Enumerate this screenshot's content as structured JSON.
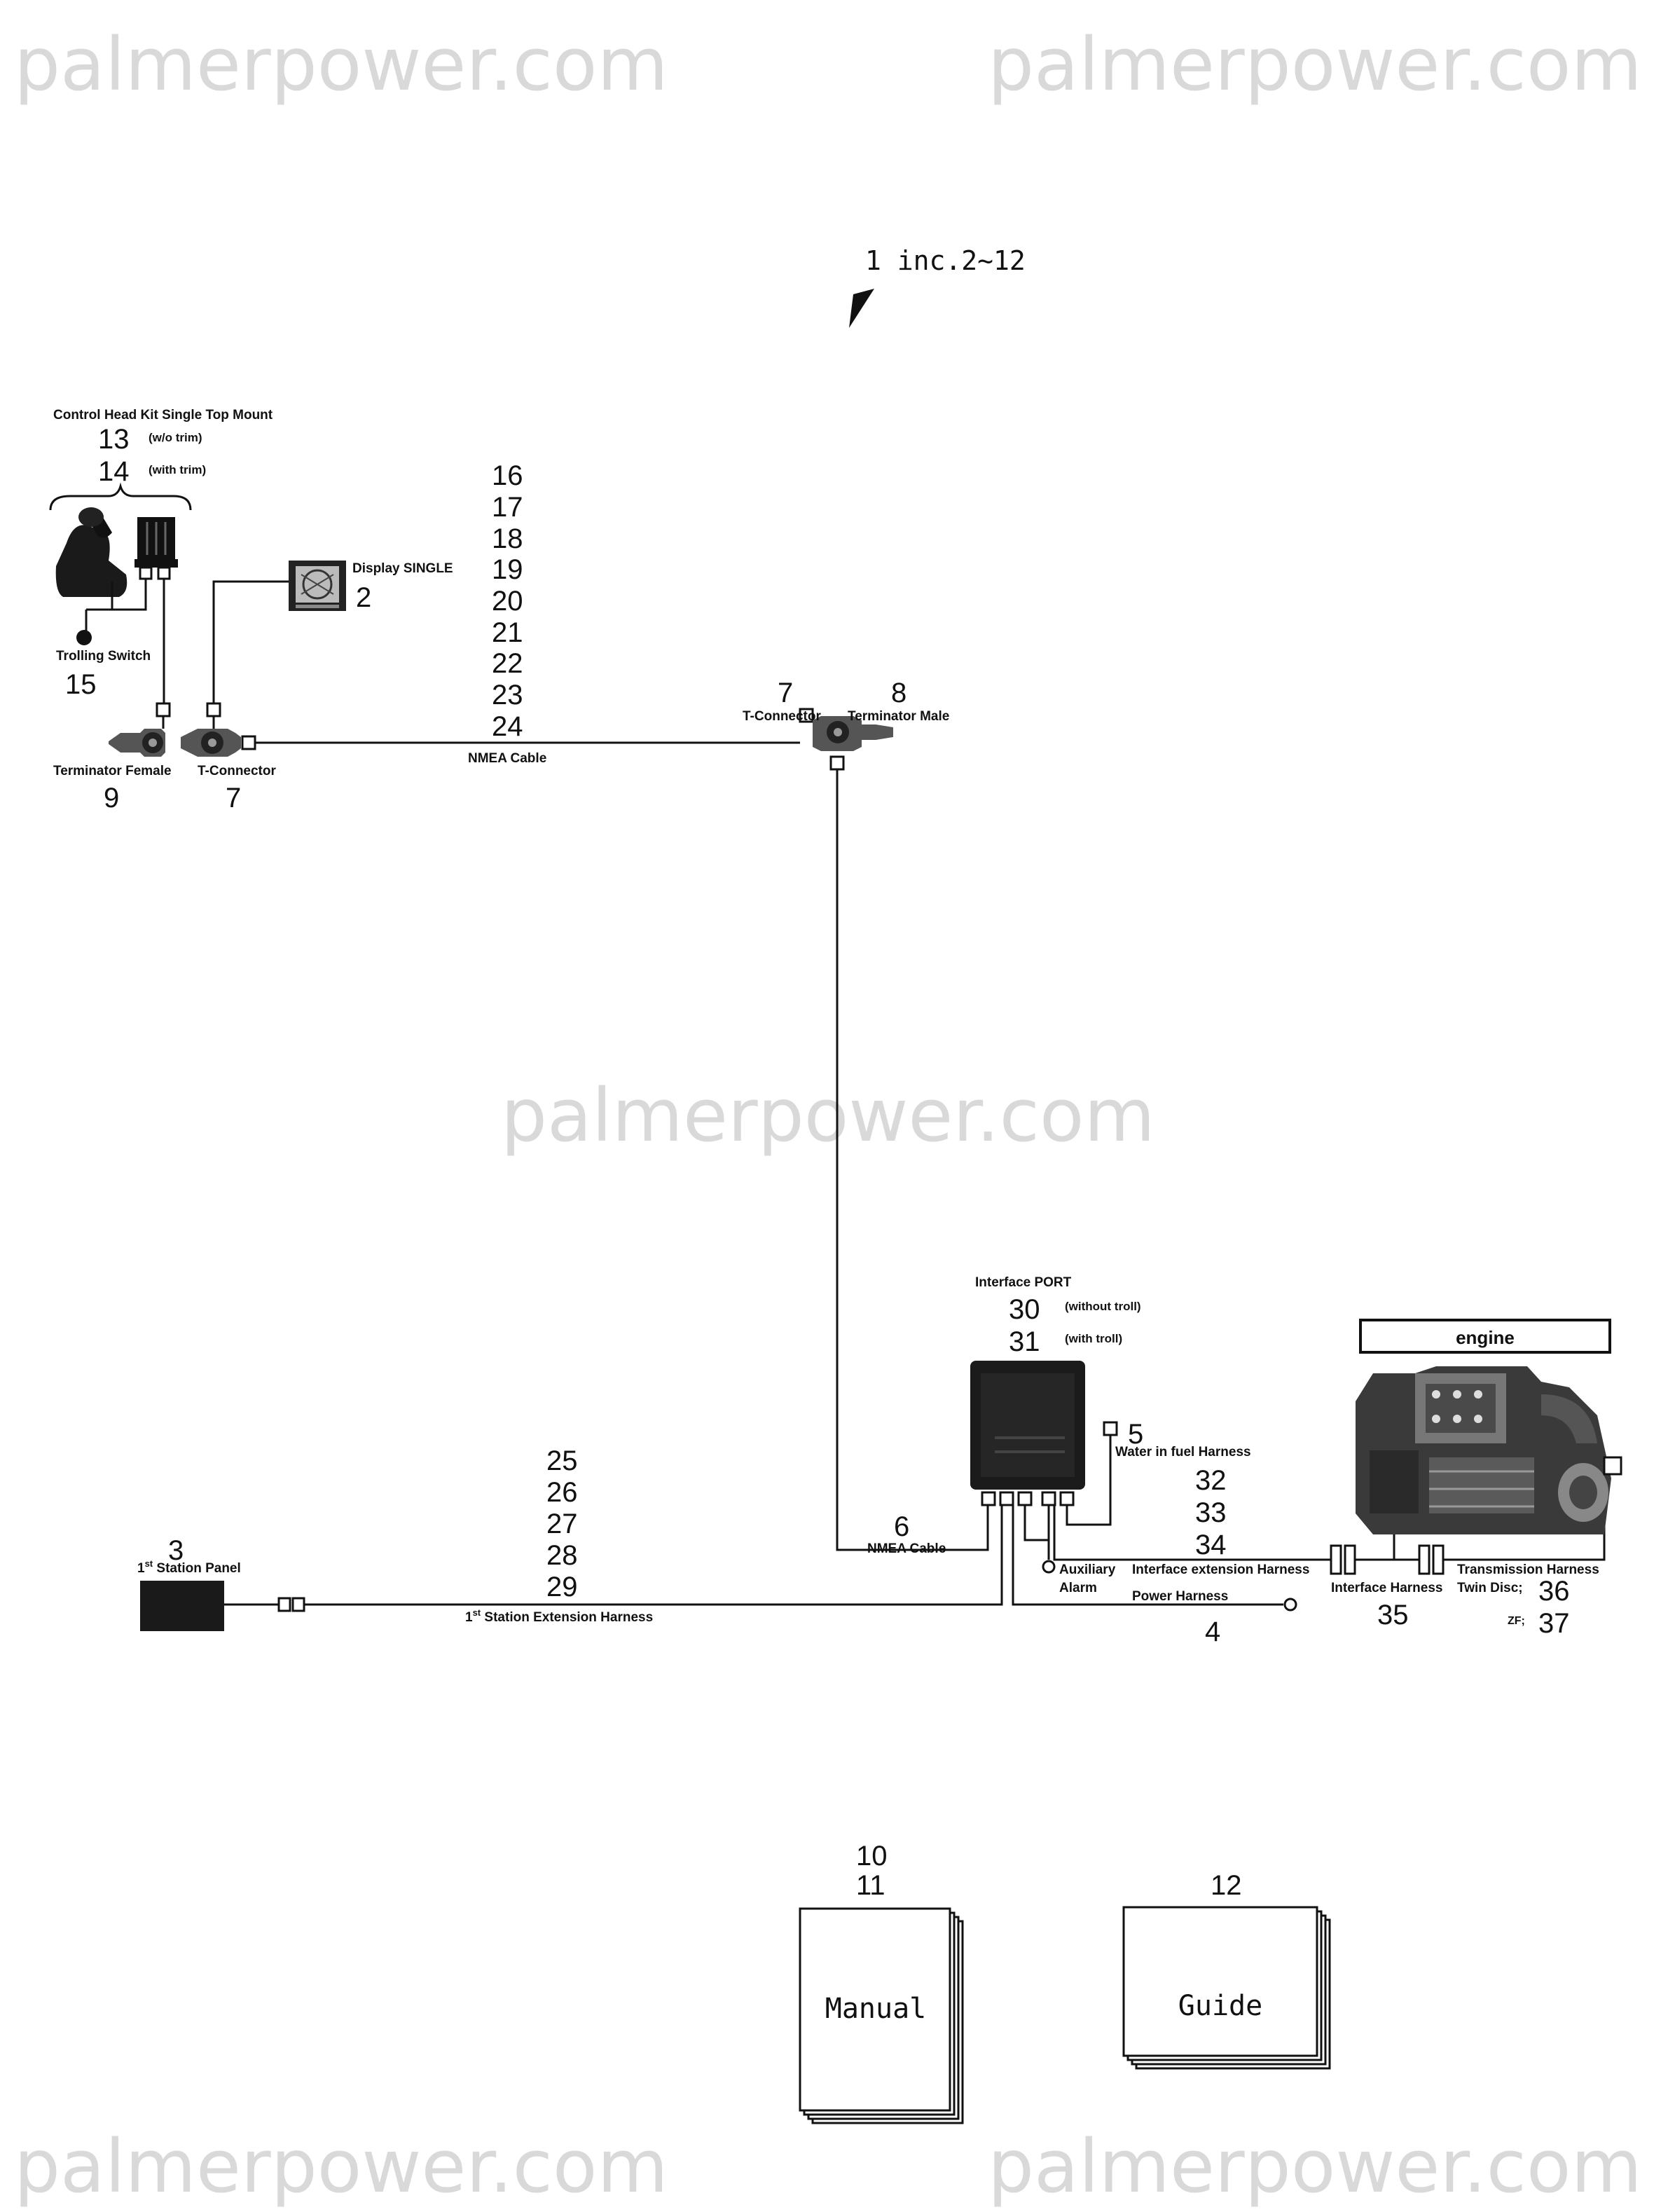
{
  "watermark": "palmerpower.com",
  "header": {
    "kit_label": "1 inc.2~12"
  },
  "control_head": {
    "title": "Control Head Kit Single Top Mount",
    "opt1_num": "13",
    "opt1_note": "(w/o trim)",
    "opt2_num": "14",
    "opt2_note": "(with trim)"
  },
  "trolling_switch": {
    "label": "Trolling Switch",
    "num": "15"
  },
  "display": {
    "label": "Display SINGLE",
    "num": "2"
  },
  "terminator_female": {
    "label": "Terminator Female",
    "num": "9"
  },
  "t_connector_left": {
    "label": "T-Connector",
    "num": "7"
  },
  "nmea_cable_top": {
    "label": "NMEA Cable",
    "nums": [
      "16",
      "17",
      "18",
      "19",
      "20",
      "21",
      "22",
      "23",
      "24"
    ]
  },
  "t_connector_right": {
    "label": "T-Connector",
    "num": "7"
  },
  "terminator_male": {
    "label": "Terminator Male",
    "num": "8"
  },
  "interface_port": {
    "label": "Interface PORT",
    "opt1_num": "30",
    "opt1_note": "(without troll)",
    "opt2_num": "31",
    "opt2_note": "(with troll)"
  },
  "water_in_fuel": {
    "label": "Water in fuel Harness",
    "num": "5"
  },
  "nmea_cable_bottom": {
    "label": "NMEA Cable",
    "num": "6"
  },
  "station_panel": {
    "num": "3",
    "label_pre": "1",
    "label_sup": "st",
    "label_post": " Station Panel"
  },
  "station_ext": {
    "label_pre": "1",
    "label_sup": "st",
    "label_post": " Station Extension Harness",
    "nums": [
      "25",
      "26",
      "27",
      "28",
      "29"
    ]
  },
  "aux_alarm": {
    "line1": "Auxiliary",
    "line2": "Alarm"
  },
  "interface_ext": {
    "label": "Interface extension Harness",
    "nums": [
      "32",
      "33",
      "34"
    ]
  },
  "power_harness": {
    "label": "Power Harness",
    "num": "4"
  },
  "interface_harness": {
    "label": "Interface Harness",
    "num": "35"
  },
  "transmission_harness": {
    "label": "Transmission Harness",
    "twin_label": "Twin Disc;",
    "twin_num": "36",
    "zf_label": "ZF;",
    "zf_num": "37"
  },
  "engine": {
    "label": "engine"
  },
  "manual": {
    "label": "Manual",
    "nums": [
      "10",
      "11"
    ]
  },
  "guide": {
    "label": "Guide",
    "num": "12"
  }
}
